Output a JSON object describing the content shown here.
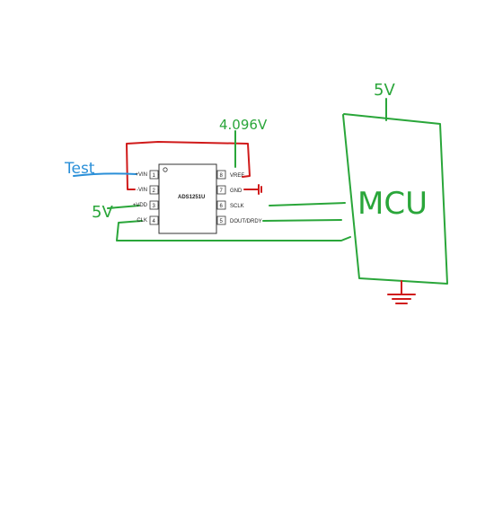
{
  "chip": {
    "part_number": "ADS1251U",
    "pins": [
      {
        "num": "1",
        "label": "+VIN"
      },
      {
        "num": "2",
        "label": "-VIN"
      },
      {
        "num": "3",
        "label": "+VDD"
      },
      {
        "num": "4",
        "label": "CLK"
      },
      {
        "num": "5",
        "label": "DOUT/DRDY"
      },
      {
        "num": "6",
        "label": "SCLK"
      },
      {
        "num": "7",
        "label": "GND"
      },
      {
        "num": "8",
        "label": "VREF"
      }
    ]
  },
  "annotations": {
    "test": "Test",
    "vref_value": "4.096V",
    "vdd_supply": "5V",
    "mcu_supply": "5V",
    "mcu_label": "MCU"
  },
  "colors": {
    "red_wire": "#d01a1a",
    "green_wire": "#2aa63a",
    "blue_wire": "#2a8fd8"
  }
}
